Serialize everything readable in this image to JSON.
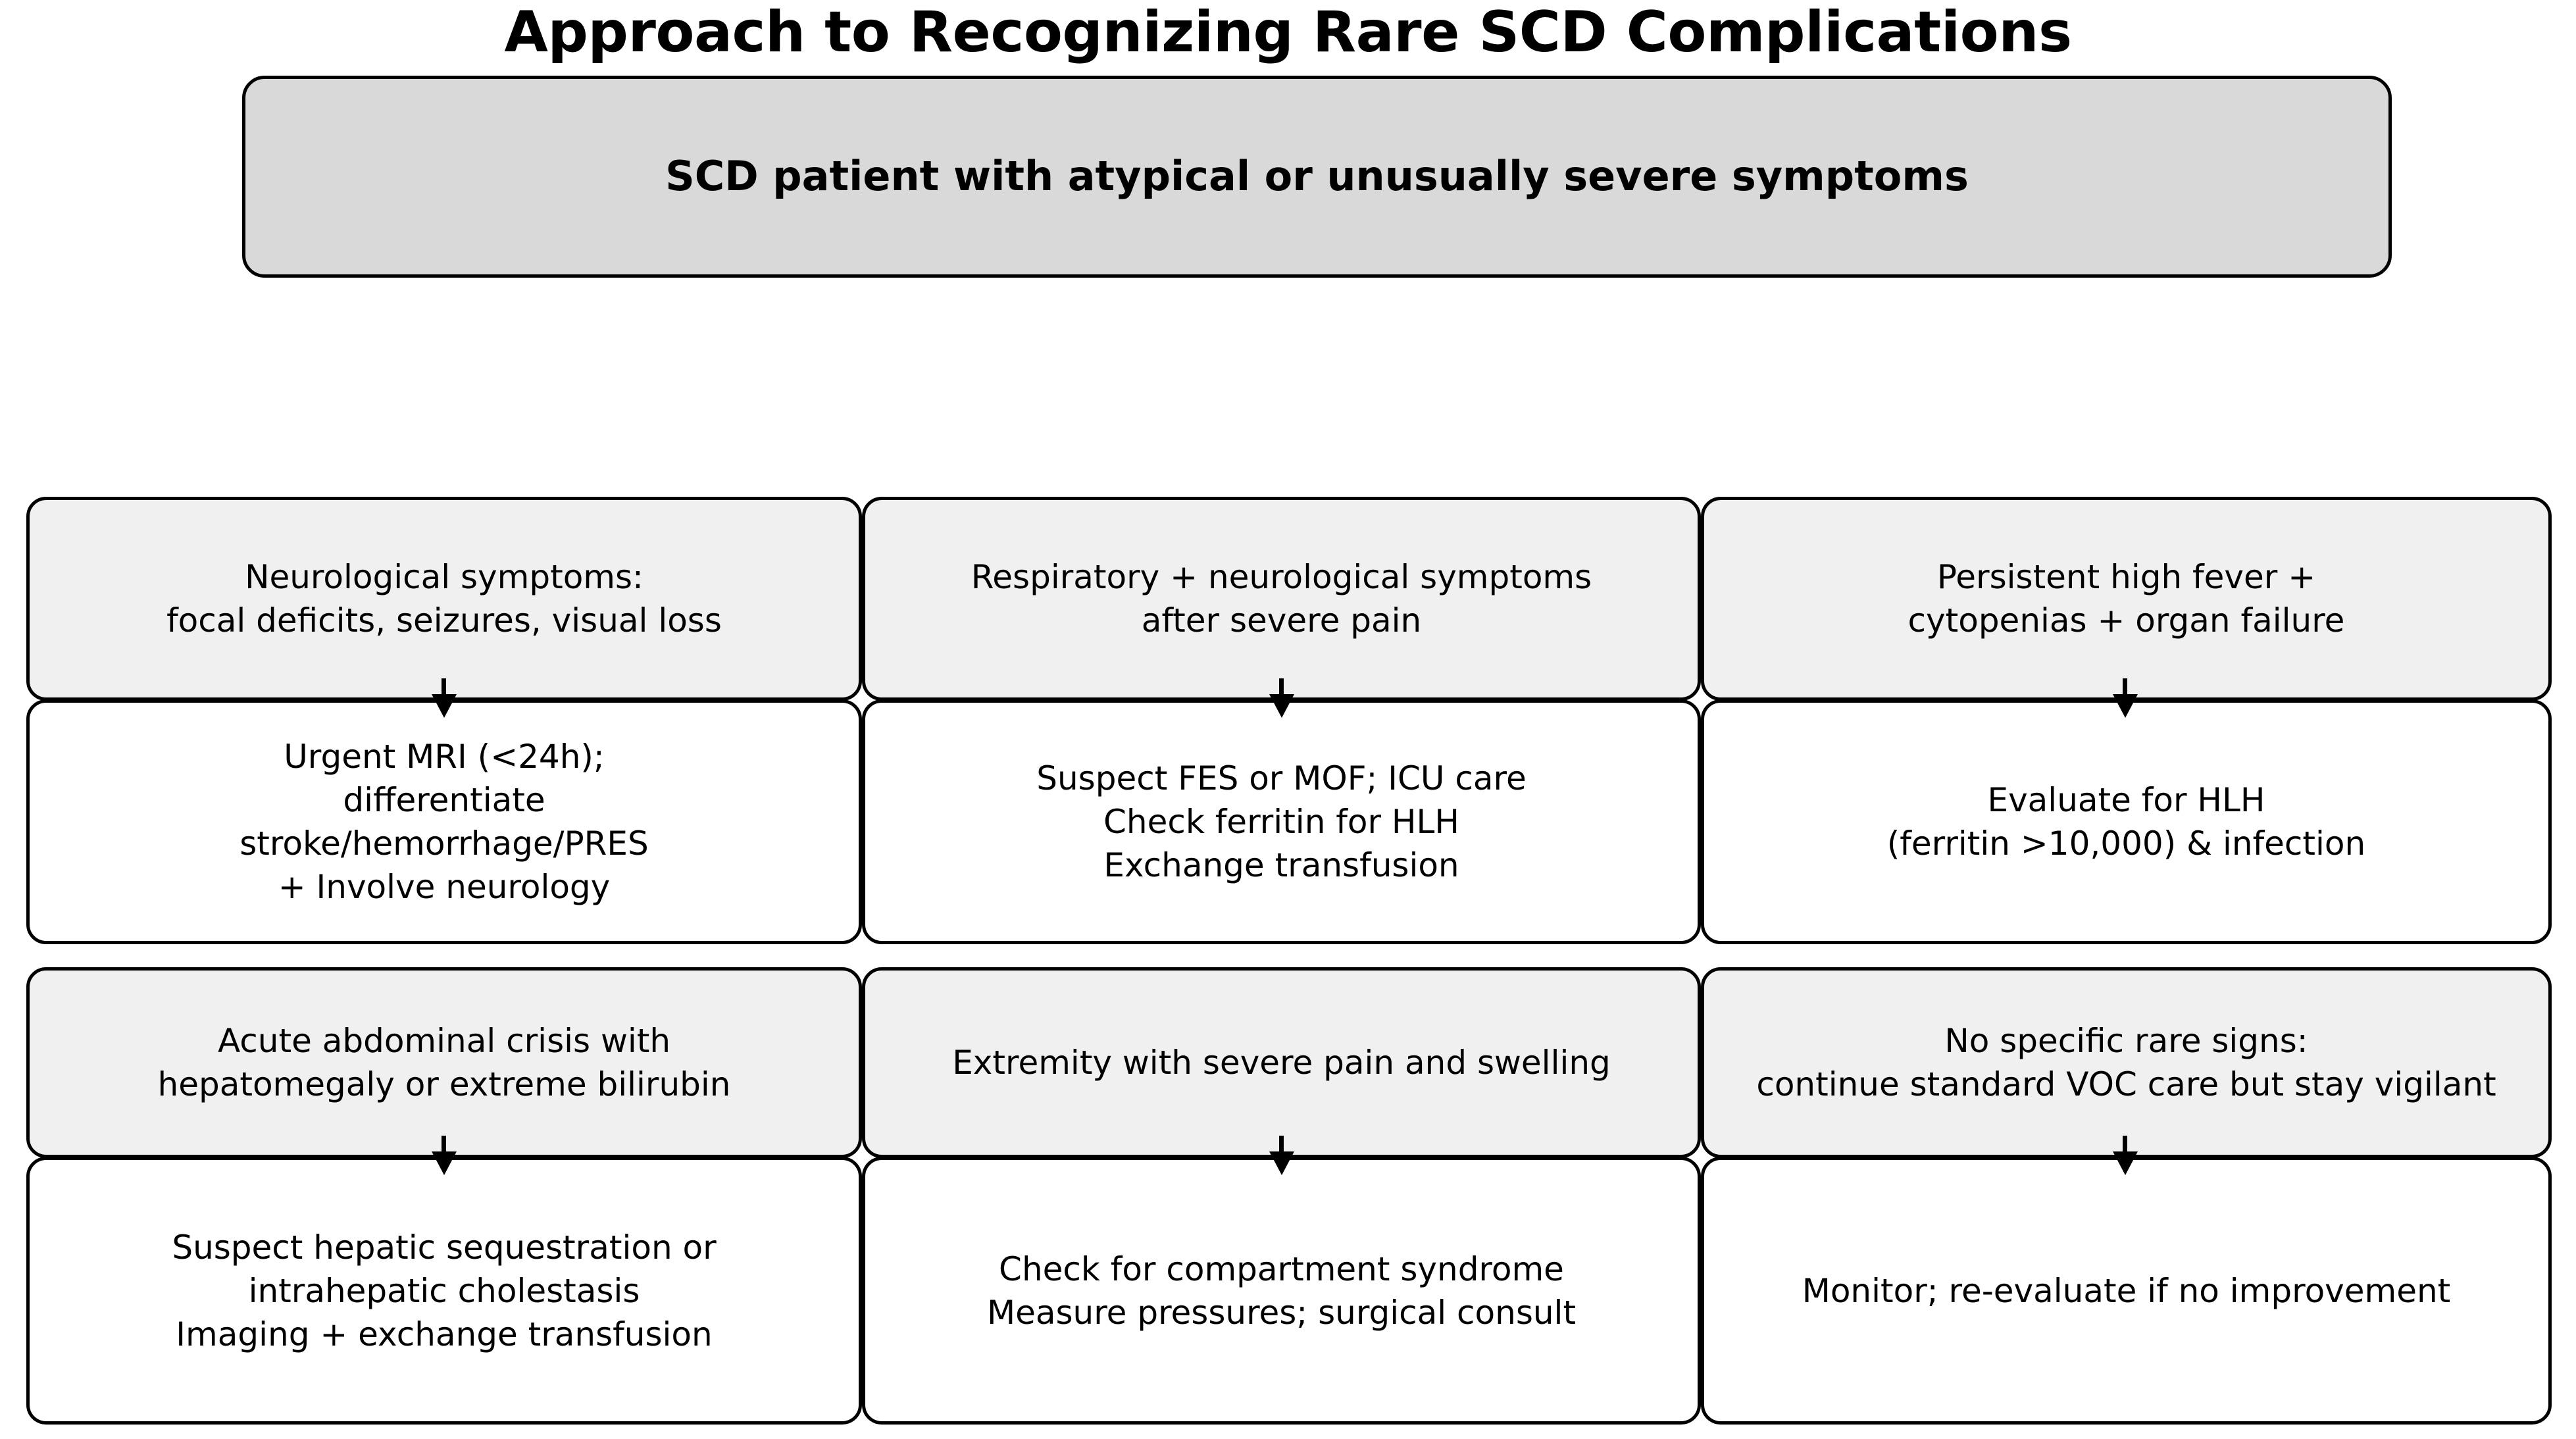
{
  "title": "Approach to Recognizing Rare SCD Complications",
  "root": {
    "text": "SCD patient with atypical or unusually severe symptoms",
    "fill": "#d9d9d9",
    "border": "#000000"
  },
  "colors": {
    "condition_fill": "#f0f0f0",
    "action_fill": "#ffffff",
    "stroke": "#000000",
    "text": "#000000",
    "background": "#ffffff"
  },
  "branches": [
    {
      "condition": "Neurological symptoms:\nfocal deficits, seizures, visual loss",
      "action": "Urgent MRI (<24h);\ndifferentiate\nstroke/hemorrhage/PRES\n+ Involve neurology"
    },
    {
      "condition": "Respiratory + neurological symptoms\nafter severe pain",
      "action": "Suspect FES or MOF; ICU care\nCheck ferritin for HLH\nExchange transfusion"
    },
    {
      "condition": "Persistent high fever +\ncytopenias + organ failure",
      "action": "Evaluate for HLH\n(ferritin >10,000) & infection"
    },
    {
      "condition": "Acute abdominal crisis with\nhepatomegaly or extreme bilirubin",
      "action": "Suspect hepatic sequestration or\nintrahepatic cholestasis\nImaging + exchange transfusion"
    },
    {
      "condition": "Extremity with severe pain and swelling",
      "action": "Check for compartment syndrome\nMeasure pressures; surgical consult"
    },
    {
      "condition": "No specific rare signs:\ncontinue standard VOC care but stay vigilant",
      "action": "Monitor; re-evaluate if no improvement"
    }
  ]
}
